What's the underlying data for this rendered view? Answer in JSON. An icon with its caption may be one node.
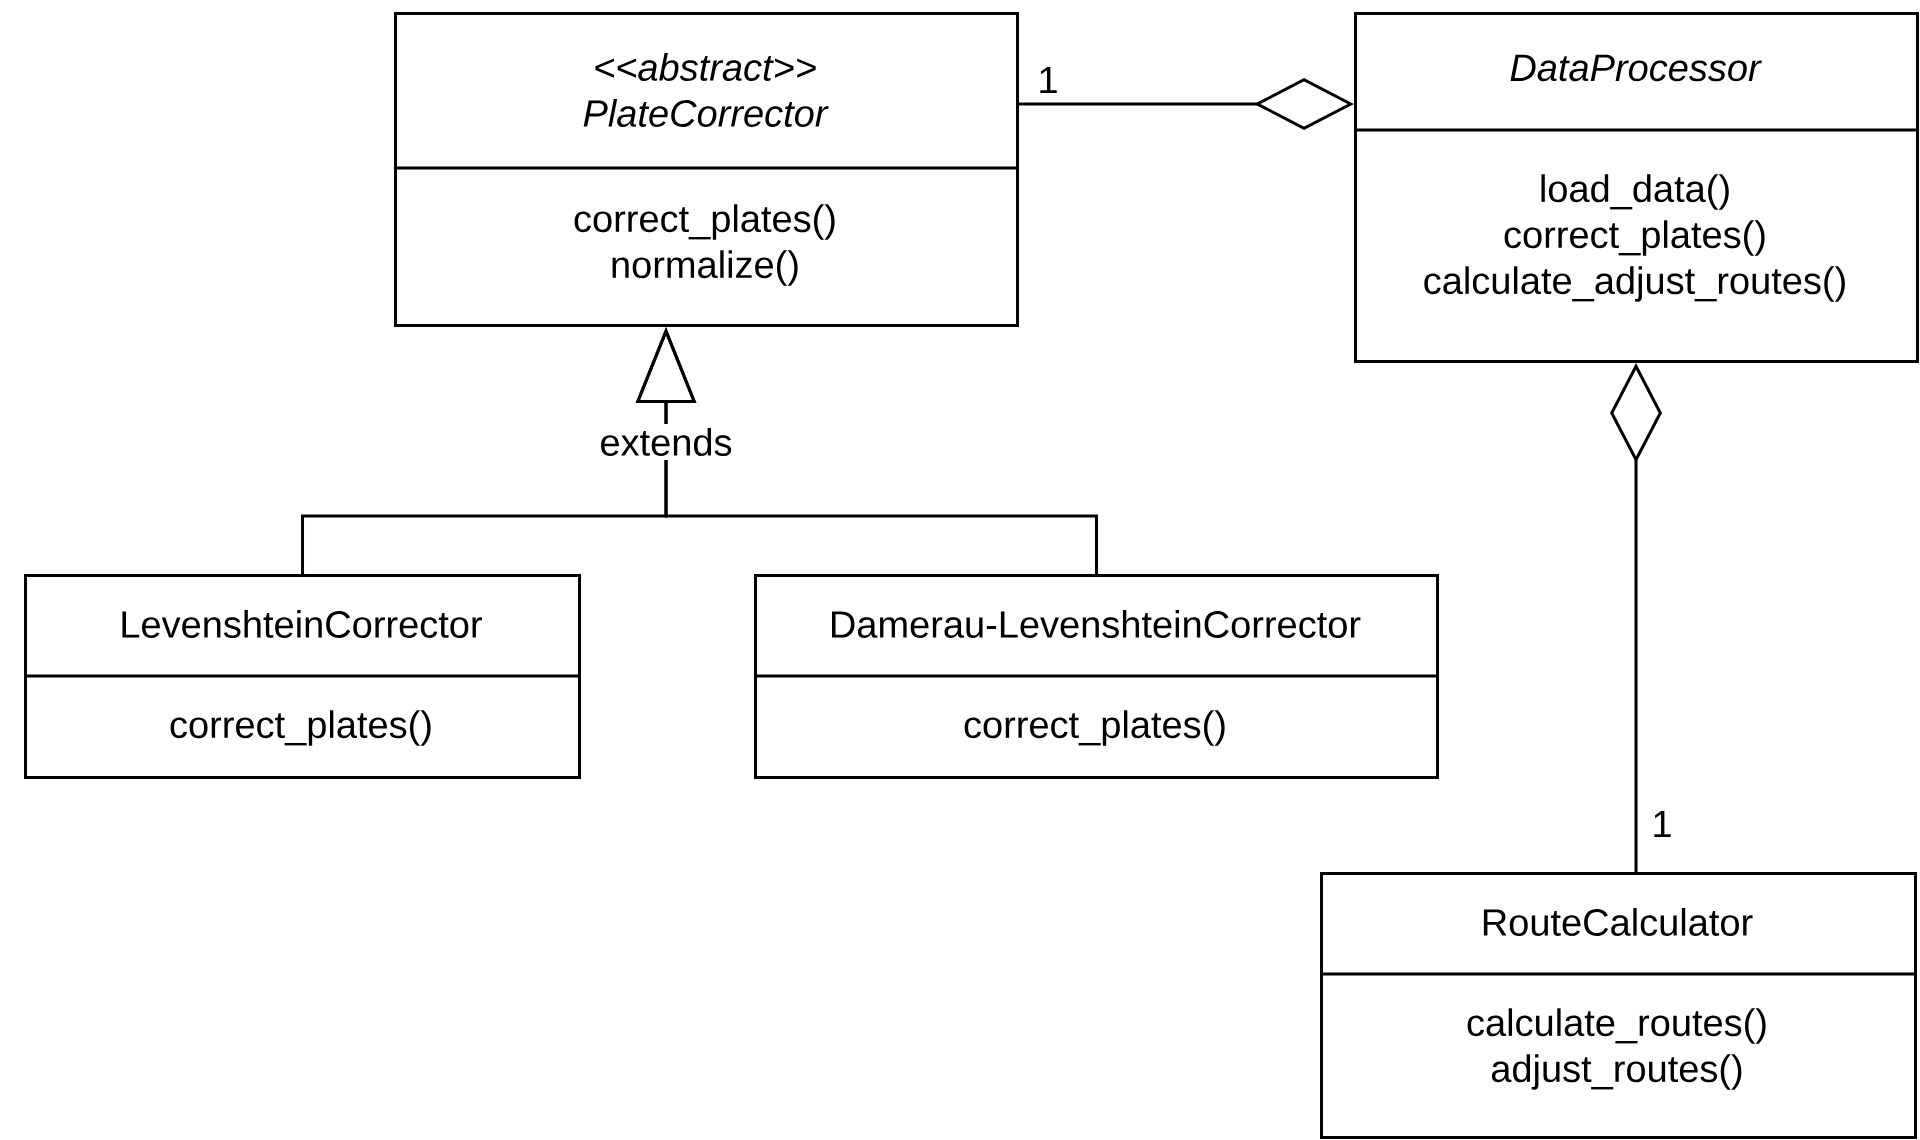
{
  "diagram": {
    "nodes": [
      {
        "text": [
          "<<abstract>> PlateCorrector",
          "correct_plates()",
          "normalize()"
        ]
      },
      {
        "text": [
          "DataProcessor",
          "load_data()",
          "correct_plates()",
          "calculate_adjust_routes()"
        ]
      },
      {
        "text": [
          "LevenshteinCorrector",
          "correct_plates()"
        ]
      },
      {
        "text": [
          "Damerau-LevenshteinCorrector",
          "correct_plates()"
        ]
      },
      {
        "text": [
          "RouteCalculator",
          "calculate_routes()",
          "adjust_routes()"
        ]
      }
    ],
    "edges": [
      {
        "from": 0,
        "to": 1,
        "arrow": "other",
        "label": "1"
      },
      {
        "from": 2,
        "to": 0,
        "arrow": "to",
        "label": "extends"
      },
      {
        "from": 3,
        "to": 0,
        "arrow": "to"
      },
      {
        "from": 4,
        "to": 1,
        "arrow": "other",
        "label": "1"
      }
    ]
  }
}
